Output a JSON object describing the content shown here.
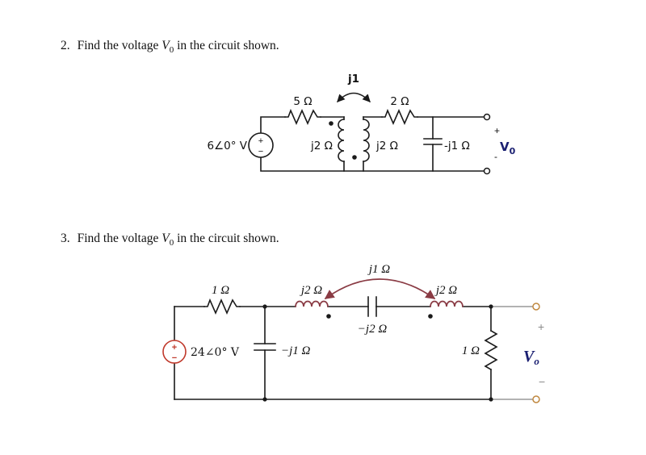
{
  "problem2": {
    "number": "2.",
    "text_before": "Find the voltage ",
    "var": "V",
    "sub": "0",
    "text_after": " in the circuit shown."
  },
  "problem3": {
    "number": "3.",
    "text_before": "Find the voltage ",
    "var": "V",
    "sub": "0",
    "text_after": " in the circuit shown."
  },
  "circuit2": {
    "source_label": "6∠0° V",
    "source_plus": "+",
    "source_minus": "−",
    "r1": "5 Ω",
    "r2": "2 Ω",
    "coil1": "j2 Ω",
    "coil2": "j2 Ω",
    "mutual": "j1",
    "cap": "-j1 Ω",
    "out_plus": "+",
    "out_minus": "-",
    "vout": "V",
    "vout_sub": "0"
  },
  "circuit3": {
    "source_label": "24∠0° V",
    "source_plus": "+",
    "source_minus": "−",
    "r1": "1 Ω",
    "r2": "1 Ω",
    "coil1": "j2 Ω",
    "coil2": "j2 Ω",
    "mutual": "j1 Ω",
    "cap_shunt": "−j1 Ω",
    "cap_series": "−j2 Ω",
    "out_plus": "+",
    "out_minus": "−",
    "vout": "V",
    "vout_sub": "o"
  },
  "colors": {
    "wire": "#1a1a1a",
    "coil3": "#8a3b44",
    "source3": "#c0392b",
    "vout": "#1a1f71",
    "gray": "#999999",
    "terminal": "#c0883f"
  }
}
